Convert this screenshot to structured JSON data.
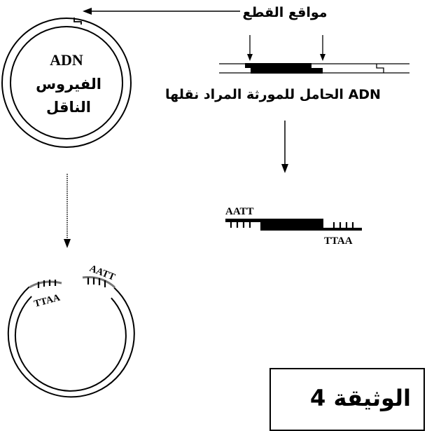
{
  "labels": {
    "cut_sites": "مواقع القطع",
    "virus_adn": "ADN",
    "virus_line1": "الفيروس",
    "virus_line2": "الناقل",
    "gene_dna": "ADN الحامل للمورثة المراد نقلها",
    "seq_aatt": "AATT",
    "seq_ttaa": "TTAA",
    "ring_aatt": "AATT",
    "ring_ttaa": "TTAA"
  },
  "document": {
    "title": "الوثيقة 4"
  }
}
